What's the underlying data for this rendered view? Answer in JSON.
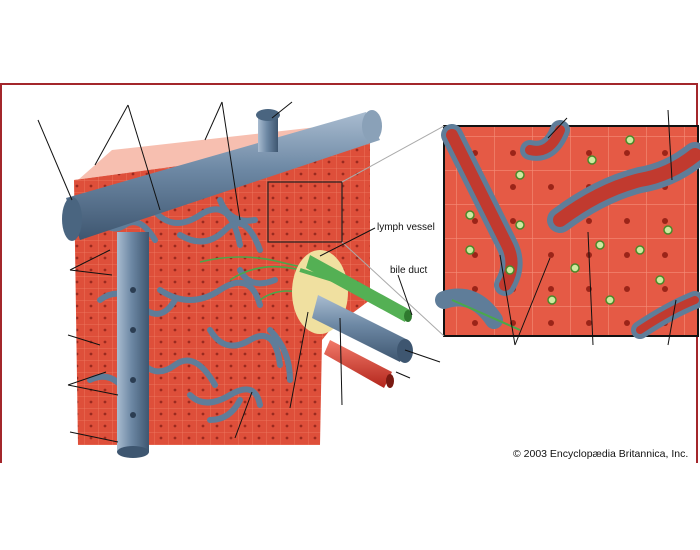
{
  "labels": {
    "lymph_vessel": "lymph vessel",
    "bile_duct": "bile duct"
  },
  "credit": "© 2003 Encyclopædia Britannica, Inc.",
  "colors": {
    "frame": "#a3262b",
    "tissue": "#e0503c",
    "vessel": "#5f7d99",
    "lymph": "#4aa84a",
    "artery": "#d23a2f"
  }
}
